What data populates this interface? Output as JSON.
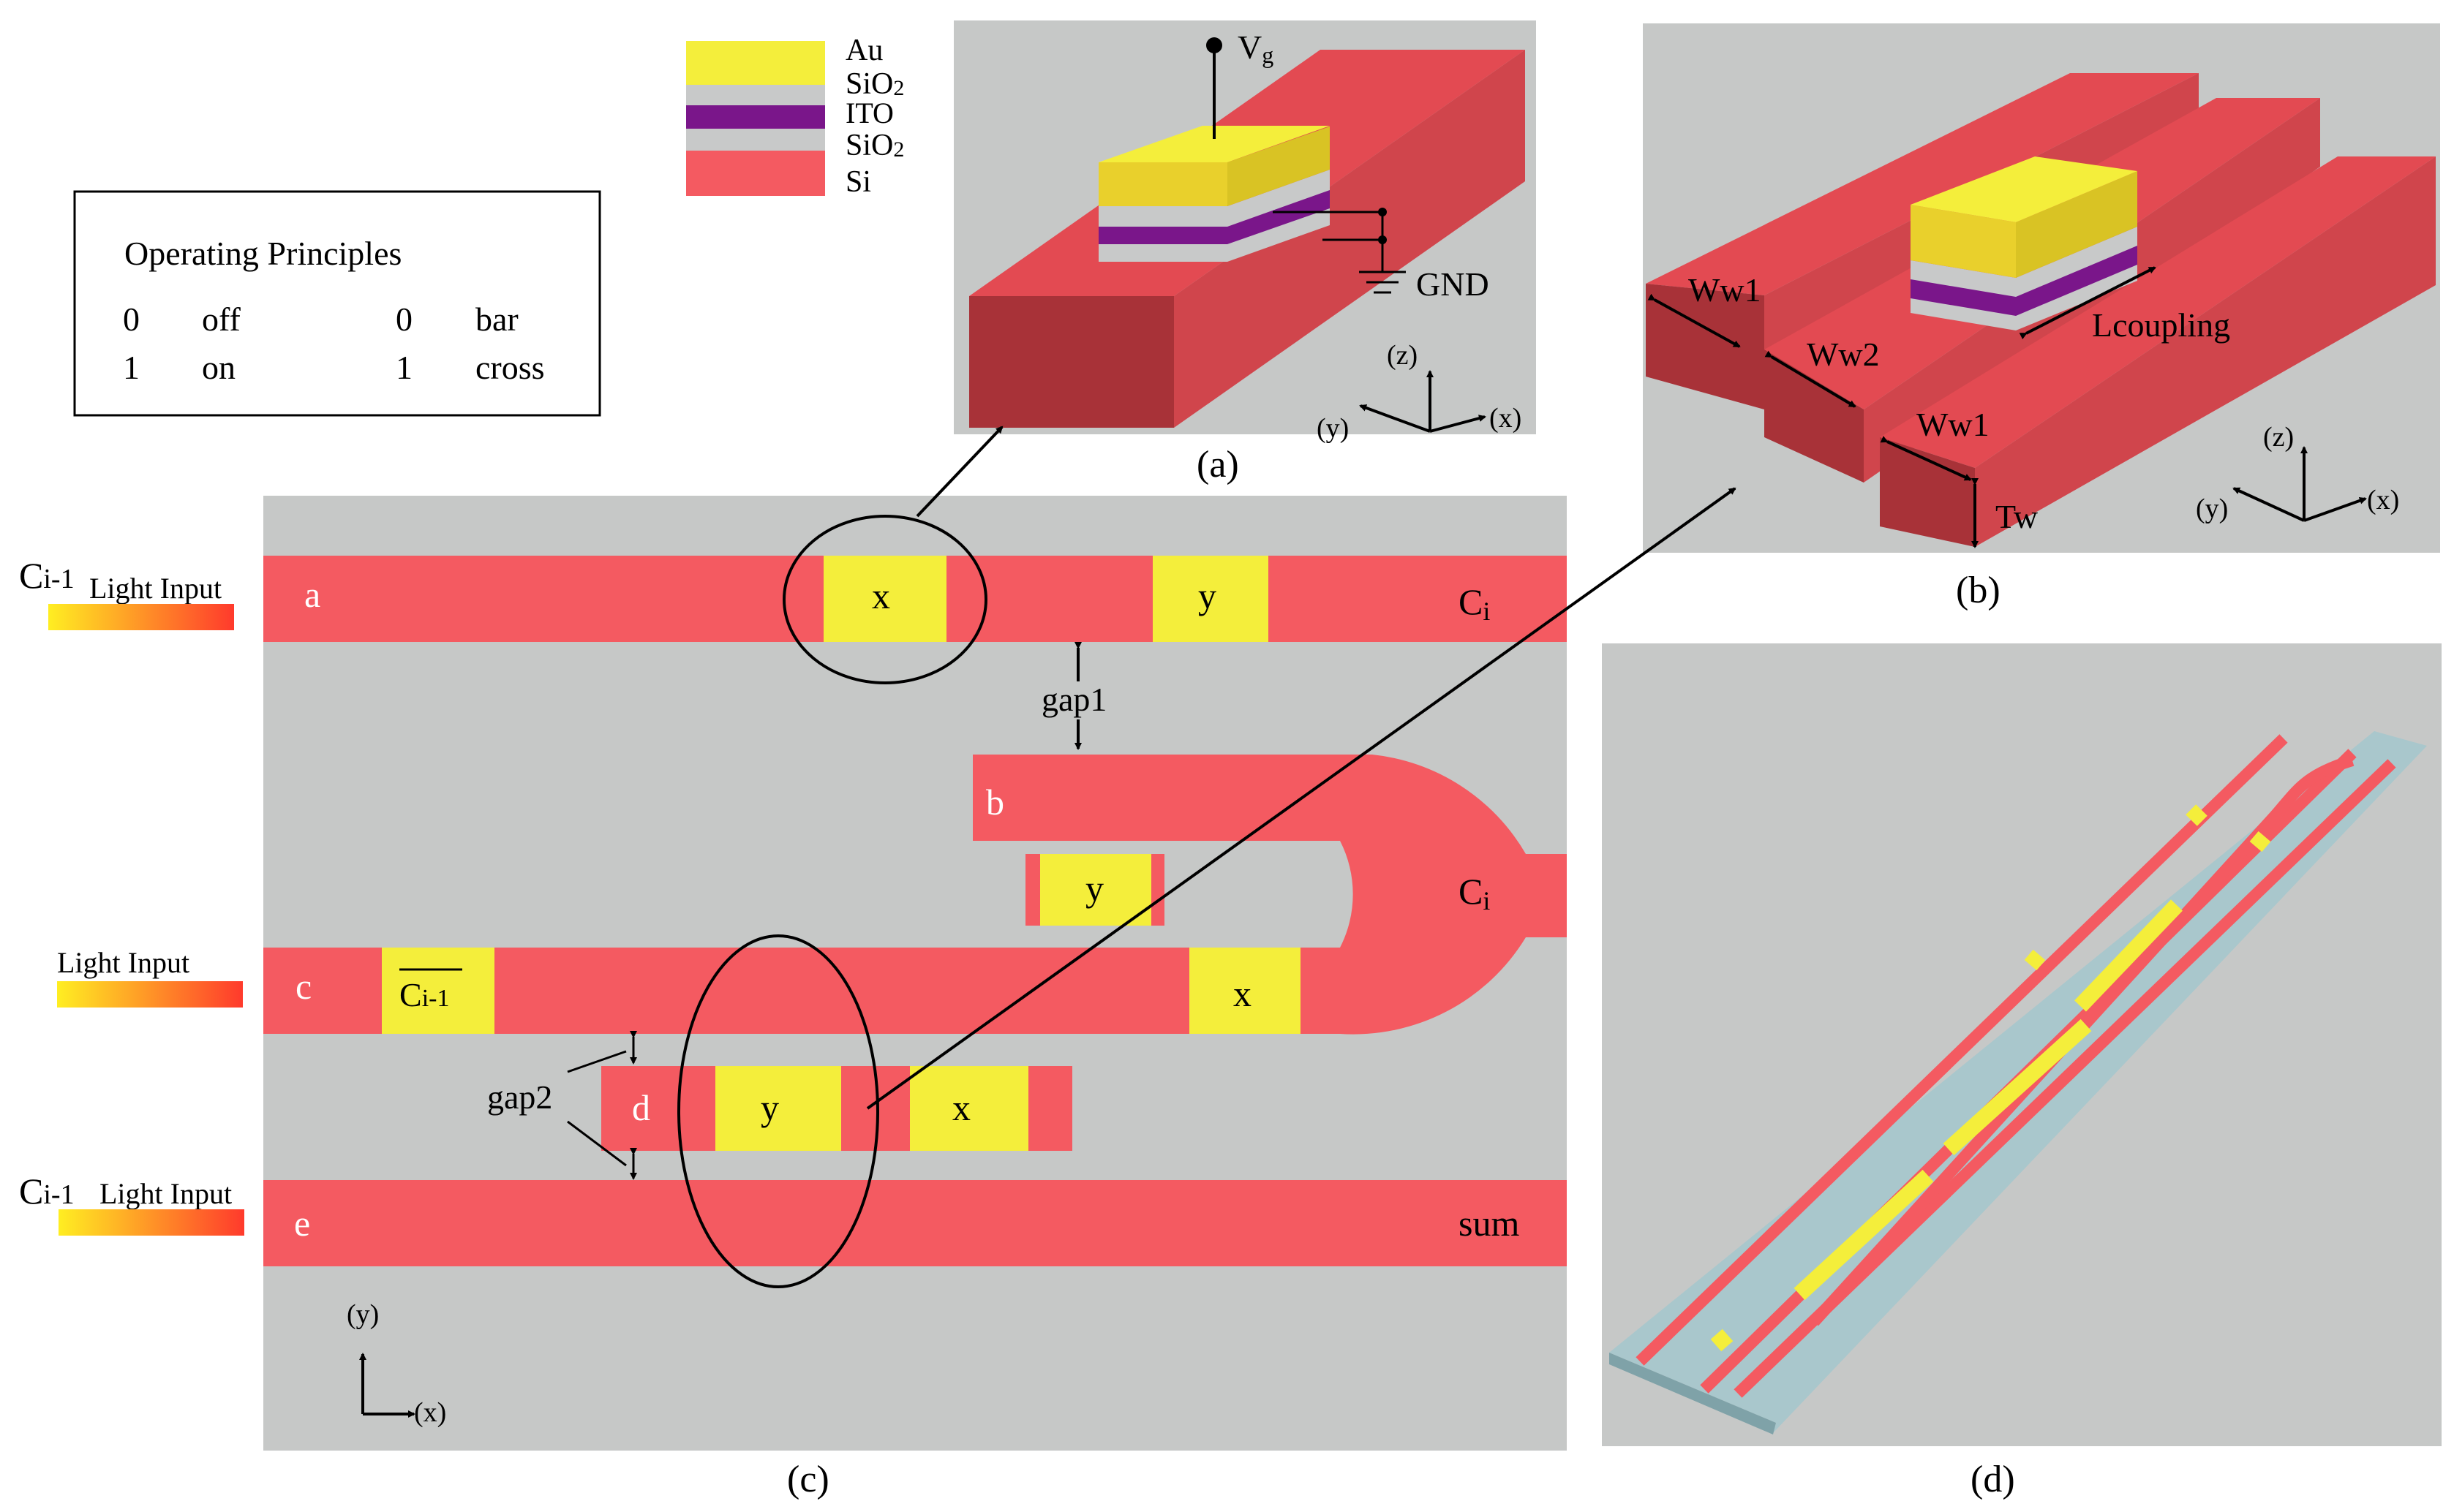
{
  "colors": {
    "background": "#ffffff",
    "panel_gray": "#c6c8c7",
    "waveguide_red": "#f45a61",
    "waveguide_top": "#e34a52",
    "waveguide_side": "#a83238",
    "gold": "#f4ee3b",
    "gold_side": "#e9d02c",
    "sio2_gray": "#c8c9c9",
    "ito_purple": "#7a168a",
    "substrate_blue": "#a9c7cc",
    "gradient_start": "#ffee22",
    "gradient_end": "#ff3a2c"
  },
  "legend_box": {
    "title": "Operating Principles",
    "rows": [
      {
        "a": "0",
        "b": "off",
        "c": "0",
        "d": "bar"
      },
      {
        "a": "1",
        "b": "on",
        "c": "1",
        "d": "cross"
      }
    ]
  },
  "material_legend": {
    "items": [
      {
        "name": "Au",
        "sub": "",
        "color": "#f4ee3b"
      },
      {
        "name": "SiO",
        "sub": "2",
        "color": "#c8c9c9"
      },
      {
        "name": "ITO",
        "sub": "",
        "color": "#7a168a"
      },
      {
        "name": "SiO",
        "sub": "2",
        "color": "#c8c9c9"
      },
      {
        "name": "Si",
        "sub": "",
        "color": "#f45a61"
      }
    ]
  },
  "panel_a": {
    "label": "(a)",
    "vg": "V",
    "vg_sub": "g",
    "gnd": "GND",
    "axes": {
      "z": "(z)",
      "y": "(y)",
      "x": "(x)"
    }
  },
  "panel_b": {
    "label": "(b)",
    "ww1_top": "Ww1",
    "ww2": "Ww2",
    "ww1_bottom": "Ww1",
    "tw": "Tw",
    "lcoupling": "Lcoupling",
    "axes": {
      "z": "(z)",
      "y": "(y)",
      "x": "(x)"
    }
  },
  "panel_c": {
    "label": "(c)",
    "inputs": {
      "row_a": {
        "ci_main": "C",
        "ci_sub": "i-1",
        "text": "Light Input"
      },
      "row_c": {
        "text": "Light Input"
      },
      "row_e": {
        "ci_main": "C",
        "ci_sub": "i-1",
        "text": "Light Input"
      }
    },
    "waveguide_labels": {
      "a": "a",
      "b": "b",
      "c": "c",
      "d": "d",
      "e": "e"
    },
    "outputs": {
      "a_main": "C",
      "a_sub": "i",
      "b_main": "C",
      "b_sub": "i",
      "e": "sum"
    },
    "electrodes": {
      "a_x": "x",
      "a_y": "y",
      "b_y": "y",
      "c_cbar_main": "C",
      "c_cbar_sub": "i-1",
      "c_x": "x",
      "d_y": "y",
      "d_x": "x"
    },
    "gap1": "gap1",
    "gap2": "gap2",
    "axes": {
      "y": "(y)",
      "x": "(x)"
    }
  },
  "panel_d": {
    "label": "(d)"
  }
}
